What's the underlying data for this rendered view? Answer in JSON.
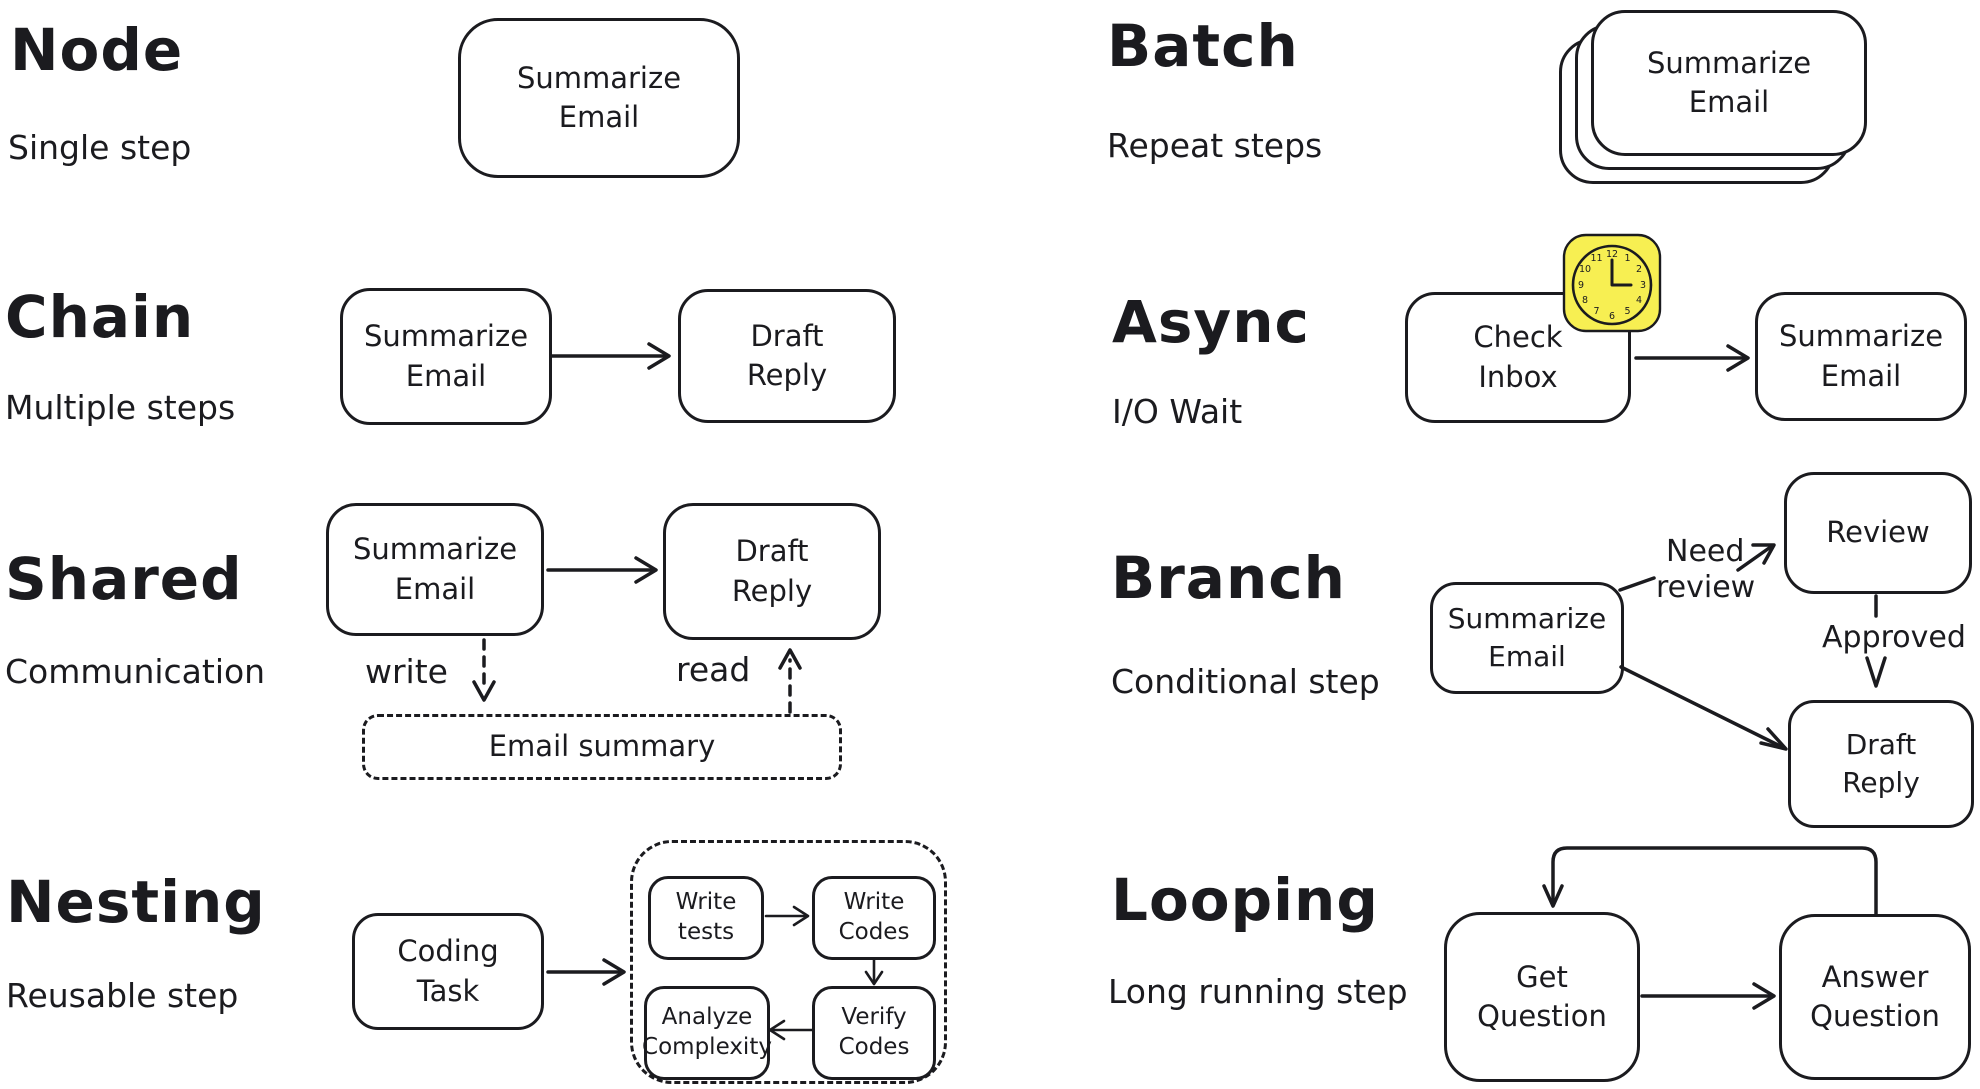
{
  "canvas": {
    "background": "#ffffff",
    "ink": "#1b1b1f",
    "clock_yellow": "#f7ef52"
  },
  "sections": {
    "node": {
      "title": "Node",
      "subtitle": "Single step",
      "box_summarize_email": {
        "l1": "Summarize",
        "l2": "Email"
      }
    },
    "chain": {
      "title": "Chain",
      "subtitle": "Multiple steps",
      "box_summarize_email": {
        "l1": "Summarize",
        "l2": "Email"
      },
      "box_draft_reply": {
        "l1": "Draft",
        "l2": "Reply"
      }
    },
    "shared": {
      "title": "Shared",
      "subtitle": "Communication",
      "box_summarize_email": {
        "l1": "Summarize",
        "l2": "Email"
      },
      "box_draft_reply": {
        "l1": "Draft",
        "l2": "Reply"
      },
      "label_write": "write",
      "label_read": "read",
      "box_email_summary": "Email summary"
    },
    "nesting": {
      "title": "Nesting",
      "subtitle": "Reusable step",
      "box_coding_task": {
        "l1": "Coding",
        "l2": "Task"
      },
      "box_write_tests": {
        "l1": "Write",
        "l2": "tests"
      },
      "box_write_codes": {
        "l1": "Write",
        "l2": "Codes"
      },
      "box_analyze_complexity": {
        "l1": "Analyze",
        "l2": "Complexity"
      },
      "box_verify_codes": {
        "l1": "Verify",
        "l2": "Codes"
      }
    },
    "batch": {
      "title": "Batch",
      "subtitle": "Repeat steps",
      "box_summarize_email": {
        "l1": "Summarize",
        "l2": "Email"
      }
    },
    "async": {
      "title": "Async",
      "subtitle": "I/O Wait",
      "box_check_inbox": {
        "l1": "Check",
        "l2": "Inbox"
      },
      "box_summarize_email": {
        "l1": "Summarize",
        "l2": "Email"
      },
      "clock_numbers": [
        "12",
        "1",
        "2",
        "3",
        "4",
        "5",
        "6",
        "7",
        "8",
        "9",
        "10",
        "11"
      ]
    },
    "branch": {
      "title": "Branch",
      "subtitle": "Conditional step",
      "box_summarize_email": {
        "l1": "Summarize",
        "l2": "Email"
      },
      "box_review": "Review",
      "box_draft_reply": {
        "l1": "Draft",
        "l2": "Reply"
      },
      "label_need_review": {
        "l1": "Need",
        "l2": "review"
      },
      "label_approved": "Approved"
    },
    "looping": {
      "title": "Looping",
      "subtitle": "Long running step",
      "box_get_question": {
        "l1": "Get",
        "l2": "Question"
      },
      "box_answer_question": {
        "l1": "Answer",
        "l2": "Question"
      }
    }
  }
}
